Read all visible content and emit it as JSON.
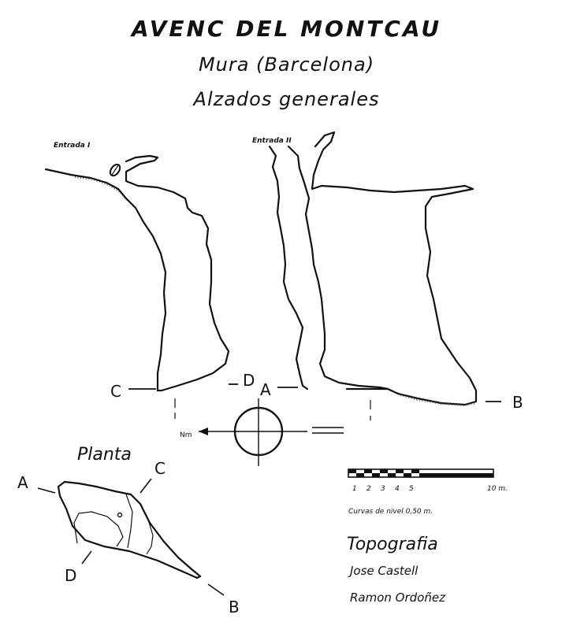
{
  "header": {
    "title": "AVENC DEL MONTCAU",
    "location": "Mura (Barcelona)",
    "subtitle": "Alzados generales"
  },
  "entrances": {
    "entrance_1": "Entrada I",
    "entrance_2": "Entrada II"
  },
  "section_labels": {
    "a": "A",
    "b": "B",
    "c": "C",
    "d": "D"
  },
  "north_label": "Nm",
  "plan": {
    "title": "Planta",
    "labels": {
      "a": "A",
      "b": "B",
      "c": "C",
      "d": "D"
    }
  },
  "scale": {
    "ticks": [
      "1",
      "2",
      "3",
      "4",
      "5"
    ],
    "end_label": "10 m.",
    "contour_note": "Curvas de nivel 0,50 m."
  },
  "credits": {
    "heading": "Topografia",
    "author_1": "Jose Castell",
    "author_2": "Ramon Ordoñez"
  }
}
